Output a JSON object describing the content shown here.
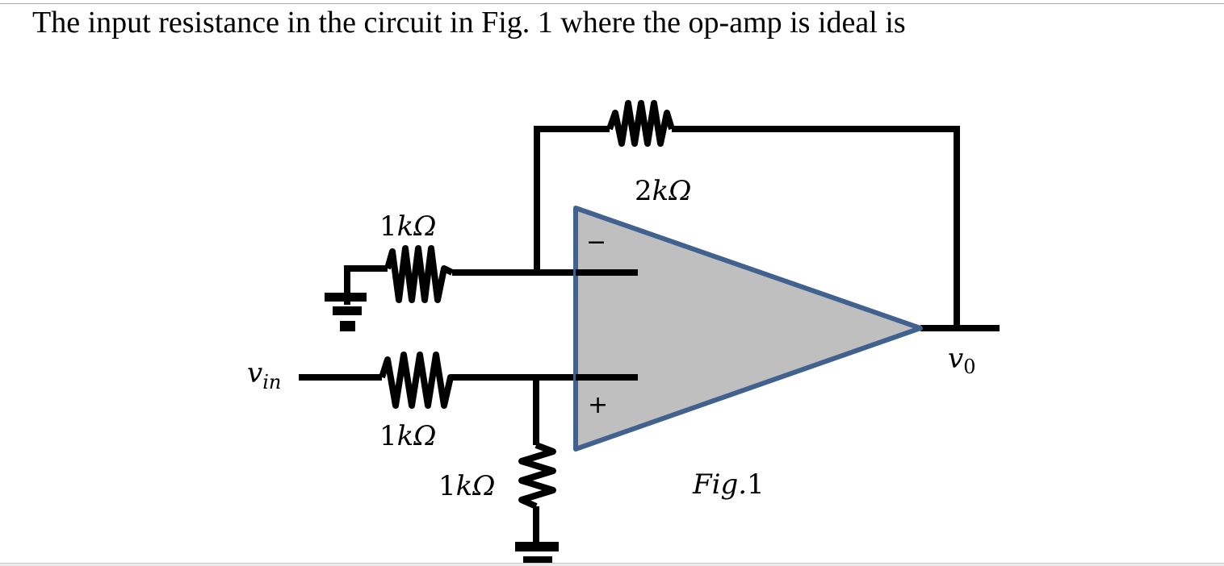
{
  "question": {
    "text": "The input resistance in the circuit in Fig. 1 where the op-amp is ideal is"
  },
  "figure": {
    "caption": "Fig.",
    "caption_number": "1",
    "opamp": {
      "type": "ideal op-amp",
      "fill_color": "#bfbfbf",
      "outline_color": "#41618f",
      "inverting_sign": "−",
      "noninverting_sign": "+"
    },
    "components": {
      "feedback_resistor": {
        "value": "2",
        "unit": "kΩ"
      },
      "ground_resistor_inverting": {
        "value": "1",
        "unit": "kΩ"
      },
      "input_resistor": {
        "value": "1",
        "unit": "kΩ"
      },
      "shunt_resistor_noninverting": {
        "value": "1",
        "unit": "kΩ"
      }
    },
    "nodes": {
      "input": {
        "symbol": "v",
        "subscript": "in"
      },
      "output": {
        "symbol": "v",
        "subscript": "0"
      }
    },
    "wire_color": "#000000"
  }
}
